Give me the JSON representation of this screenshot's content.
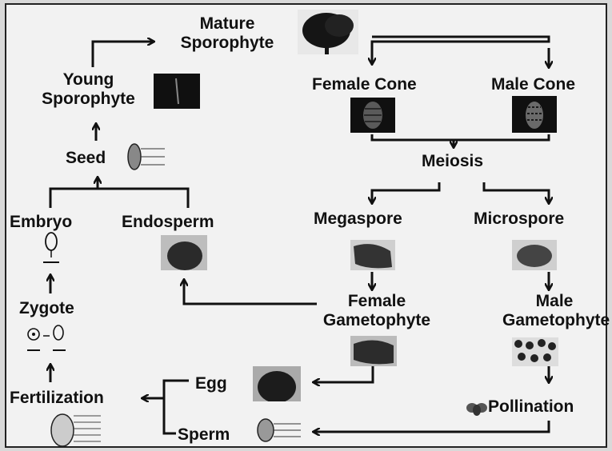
{
  "nodes": {
    "mature_sporophyte": [
      "Mature",
      "Sporophyte"
    ],
    "young_sporophyte": [
      "Young",
      "Sporophyte"
    ],
    "seed": "Seed",
    "embryo": "Embryo",
    "endosperm": "Endosperm",
    "zygote": "Zygote",
    "fertilization": "Fertilization",
    "egg": "Egg",
    "sperm": "Sperm",
    "female_cone": "Female Cone",
    "male_cone": "Male Cone",
    "meiosis": "Meiosis",
    "megaspore": "Megaspore",
    "microspore": "Microspore",
    "female_gametophyte": [
      "Female",
      "Gametophyte"
    ],
    "male_gametophyte": [
      "Male",
      "Gametophyte"
    ],
    "pollination": "Pollination"
  },
  "colors": {
    "background": "#f2f2f2",
    "ink": "#111111",
    "image_dark": "#101010"
  }
}
